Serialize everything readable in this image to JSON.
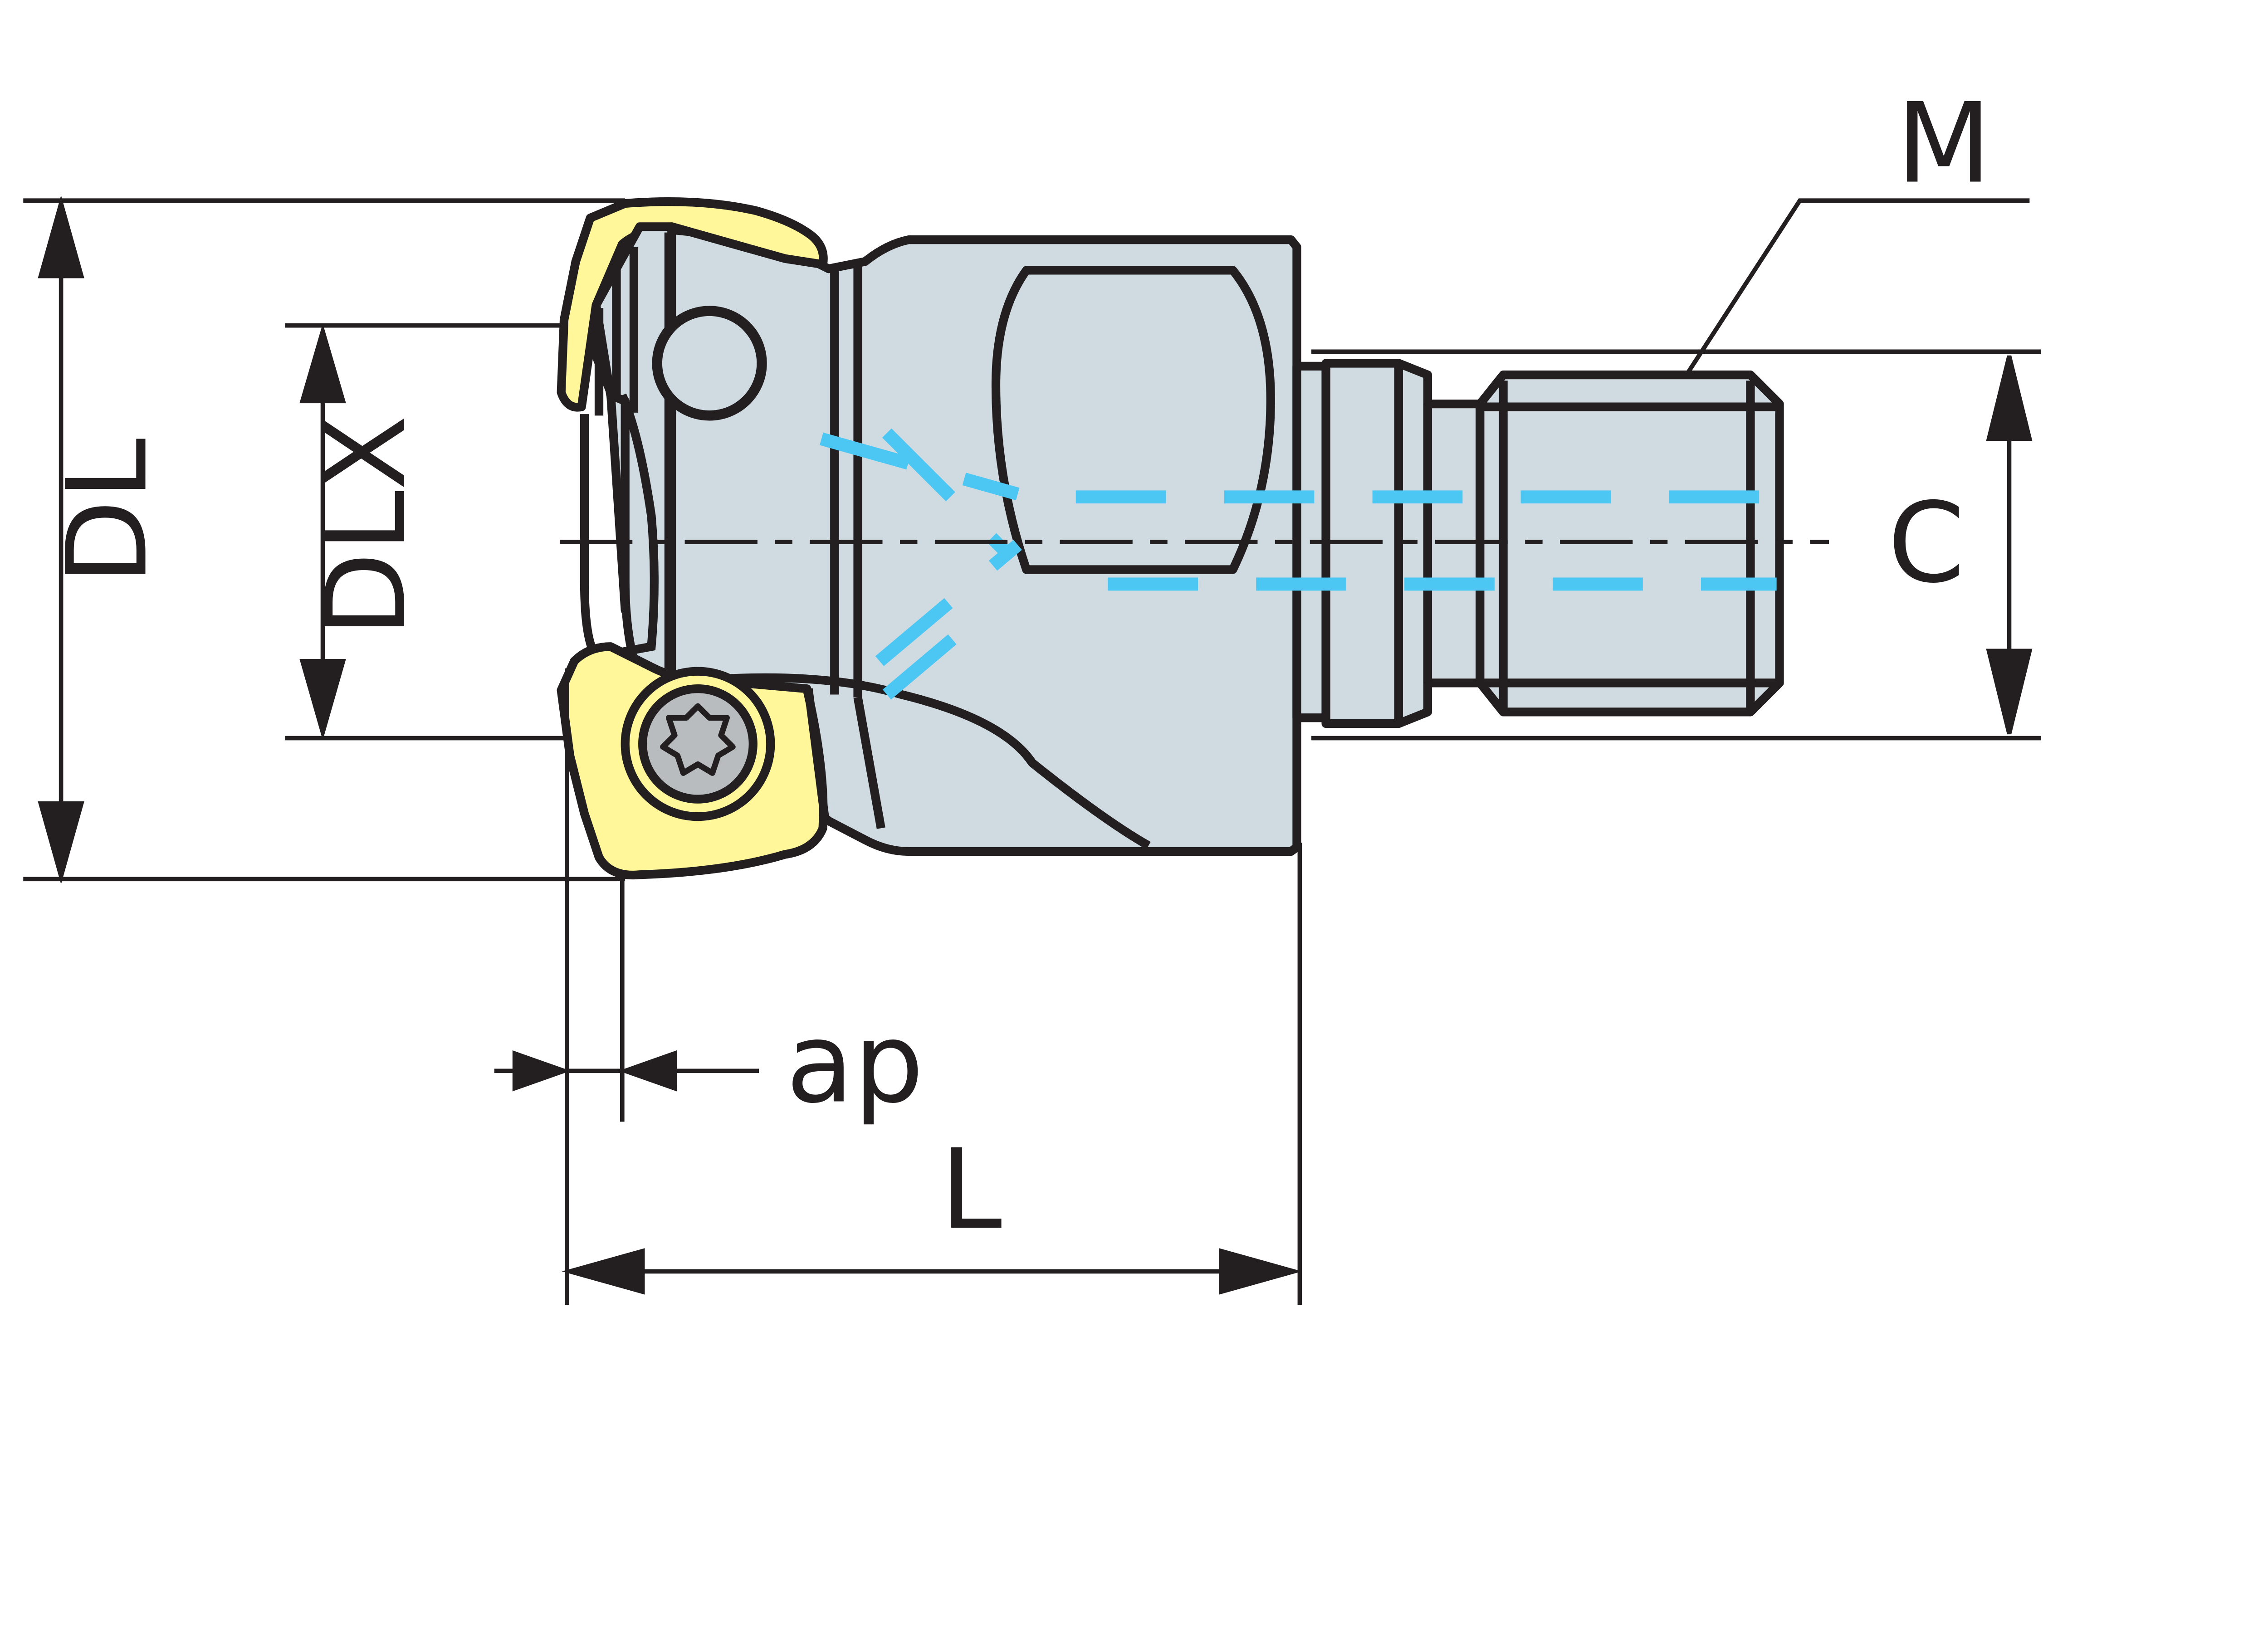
{
  "diagram": {
    "labels": {
      "dl": "DL",
      "dlx": "DLX",
      "m": "M",
      "c": "C",
      "ap": "ap",
      "l": "L"
    },
    "colors": {
      "outline": "#231f20",
      "body": "#d0dbe1",
      "insert": "#fff799",
      "coolant": "#4cc6f2",
      "screw": "#b9bcbf"
    }
  }
}
